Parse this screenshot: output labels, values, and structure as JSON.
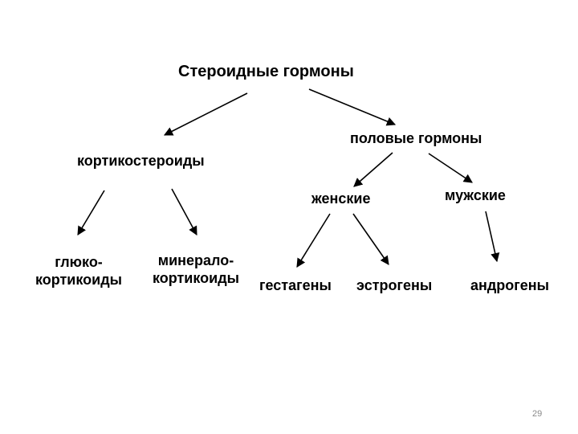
{
  "diagram": {
    "title": "Стероидные гормоны",
    "branches": {
      "corticosteroids": "кортикостероиды",
      "sex_hormones": "половые гормоны"
    },
    "sub_branches": {
      "female": "женские",
      "male": "мужские"
    },
    "leaves": {
      "glucocorticoids_line1": "глюко-",
      "glucocorticoids_line2": "кортикоиды",
      "mineralocorticoids_line1": "минерало-",
      "mineralocorticoids_line2": "кортикоиды",
      "gestagens": "гестагены",
      "estrogens": "эстрогены",
      "androgens": "андрогены"
    }
  },
  "footer": {
    "page_number": "29"
  }
}
